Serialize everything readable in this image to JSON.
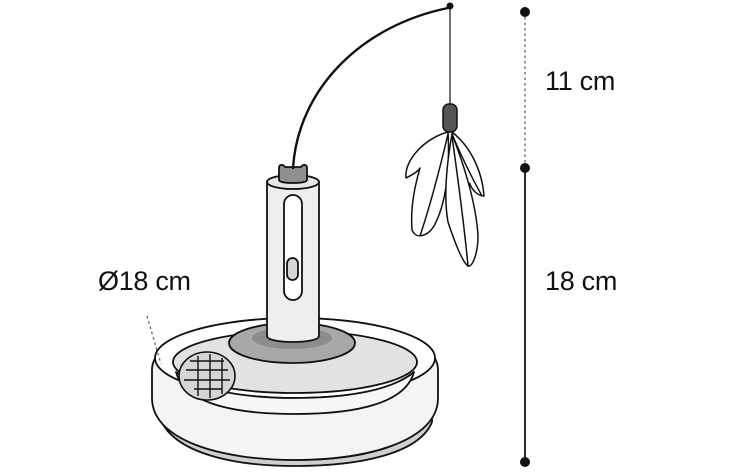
{
  "dimensions": {
    "wand_height": "11 cm",
    "base_height": "18 cm",
    "base_diameter": "Ø18 cm"
  },
  "colors": {
    "outline": "#111111",
    "mid_gray": "#a5a5a5",
    "light_gray": "#e6e6e6",
    "dark_gray": "#555555",
    "background": "#ffffff"
  }
}
